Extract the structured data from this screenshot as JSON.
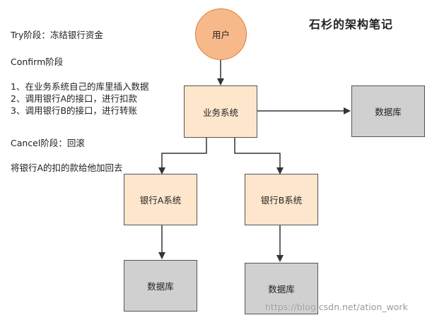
{
  "title": "石杉的架构笔记",
  "notes": {
    "try_line": "Try阶段：冻结银行资金",
    "confirm_heading": "Confirm阶段",
    "confirm_steps": [
      "1、在业务系统自己的库里插入数据",
      "2、调用银行A的接口，进行扣款",
      "3、调用银行B的接口，进行转账"
    ],
    "cancel_heading": "Cancel阶段：回滚",
    "cancel_detail": "将银行A的扣的款给他加回去"
  },
  "nodes": {
    "user": "用户",
    "business_system": "业务系统",
    "business_db": "数据库",
    "bank_a": "银行A系统",
    "bank_b": "银行B系统",
    "bank_a_db": "数据库",
    "bank_b_db": "数据库"
  },
  "colors": {
    "user_fill": "#f7b98a",
    "system_fill": "#fde6cc",
    "db_fill": "#d0d0d0",
    "line": "#333333"
  },
  "watermark": "https://blog.csdn.net/ation_work"
}
